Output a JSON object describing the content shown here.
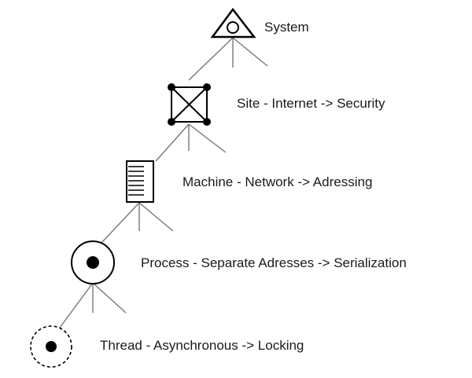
{
  "diagram": {
    "levels": [
      {
        "key": "system",
        "label": "System",
        "icon": "triangle-circle-icon"
      },
      {
        "key": "site",
        "label": "Site - Internet -> Security",
        "icon": "connected-square-icon"
      },
      {
        "key": "machine",
        "label": "Machine - Network -> Adressing",
        "icon": "machine-rack-icon"
      },
      {
        "key": "process",
        "label": "Process - Separate Adresses -> Serialization",
        "icon": "solid-circle-icon"
      },
      {
        "key": "thread",
        "label": "Thread - Asynchronous -> Locking",
        "icon": "dashed-circle-icon"
      }
    ]
  }
}
